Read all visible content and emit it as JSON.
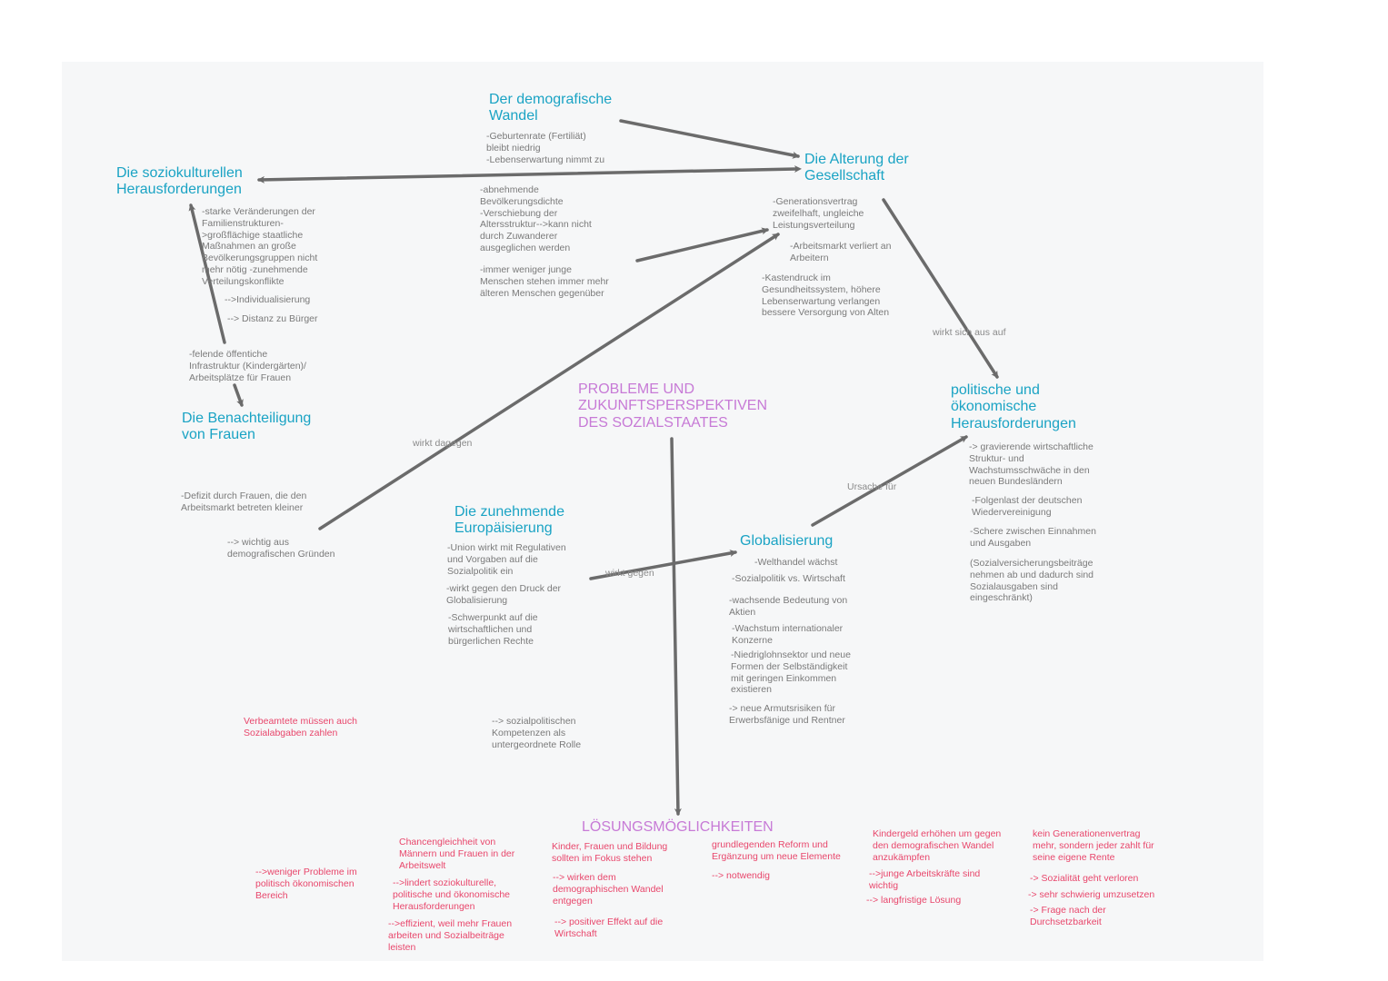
{
  "colors": {
    "heading": "#1aa3c4",
    "center": "#c77ad6",
    "note": "#7a7a7a",
    "solution": "#e8466b",
    "arrow": "#6b6b6b",
    "board": "#f6f7f8"
  },
  "headings": {
    "demografischer_wandel": "Der demografische\nWandel",
    "alterung": "Die Alterung der\nGesellschaft",
    "soziokulturell": "Die soziokulturellen\nHerausforderungen",
    "benachteiligung": "Die Benachteiligung\nvon Frauen",
    "europaeisierung": "Die zunehmende\nEuropäisierung",
    "globalisierung": "Globalisierung",
    "politisch": "politische und\nökonomische\nHerausforderungen",
    "center": "PROBLEME UND\nZUKUNFTSPERSPEKTIVEN\nDES SOZIALSTAATES",
    "loesungen": "LÖSUNGSMÖGLICHKEITEN"
  },
  "notes": {
    "demografie_1": "-Geburtenrate (Fertiliät)\nbleibt niedrig\n-Lebenserwartung nimmt zu",
    "demografie_2": "-abnehmende\nBevölkerungsdichte\n-Verschiebung der\nAltersstruktur-->kann nicht\ndurch Zuwanderer\nausgeglichen werden",
    "demografie_3": "-immer weniger junge\nMenschen stehen immer mehr\nälteren Menschen gegenüber",
    "alterung_1": "-Generationsvertrag\nzweifelhaft, ungleiche\nLeistungsverteilung",
    "alterung_2": "-Arbeitsmarkt verliert an\nArbeitern",
    "alterung_3": "-Kastendruck im\nGesundheitssystem, höhere\nLebenserwartung verlangen\nbessere Versorgung von Alten",
    "sozio_1": "-starke Veränderungen der\nFamilienstrukturen-\n>großflächige staatliche\nMaßnahmen an große\nBevölkerungsgruppen nicht\nmehr nötig -zunehmende\nVerteilungskonflikte",
    "sozio_2": "-->Individualisierung",
    "sozio_3": "--> Distanz zu Bürger",
    "frauen_1": "-felende öffentiche\nInfrastruktur (Kindergärten)/\nArbeitsplätze für Frauen",
    "frauen_2": "-Defizit durch Frauen, die den\nArbeitsmarkt betreten kleiner",
    "frauen_3": "--> wichtig aus\ndemografischen Gründen",
    "europa_1": "-Union wirkt mit Regulativen\nund Vorgaben auf die\nSozialpolitik ein",
    "europa_2": "-wirkt gegen den Druck der\nGlobalisierung",
    "europa_3": "-Schwerpunkt auf die\nwirtschaftlichen und\nbürgerlichen Rechte",
    "europa_4": "--> sozialpolitischen\nKompetenzen als\nuntergeordnete Rolle",
    "global_1": "-Welthandel wächst",
    "global_2": "-Sozialpolitik vs. Wirtschaft",
    "global_3": "-wachsende Bedeutung von\nAktien",
    "global_4": "-Wachstum internationaler\nKonzerne",
    "global_5": "-Niedriglohnsektor und neue\nFormen der Selbständigkeit\nmit geringen Einkommen\nexistieren",
    "global_6": "-> neue Armutsrisiken für\nErwerbsfänige und Rentner",
    "polit_1": "-> gravierende wirtschaftliche\nStruktur- und\nWachstumsschwäche in den\nneuen Bundesländern",
    "polit_2": "-Folgenlast der deutschen\nWiedervereinigung",
    "polit_3": "-Schere zwischen Einnahmen\nund Ausgaben",
    "polit_4": "(Sozialversicherungsbeiträge\nnehmen ab und dadurch sind\nSozialausgaben sind\neingeschränkt)"
  },
  "labels": {
    "wirkt_dagegen": "wirkt dagegen",
    "wirkt_gegen": "wirkt gegen",
    "ursache_fuer": "Ursache für",
    "wirkt_sich_aus": "wirkt sich aus auf"
  },
  "solutions": {
    "verbeamtete": "Verbeamtete müssen auch\nSozialabgaben zahlen",
    "weniger_probleme": "-->weniger Probleme im\npolitisch ökonomischen\nBereich",
    "chancen_1": "Chancengleichheit von\nMännern und Frauen in der\nArbeitswelt",
    "chancen_2": "-->lindert soziokulturelle,\npolitische und ökonomische\nHerausforderungen",
    "chancen_3": "-->effizient, weil mehr Frauen\narbeiten und Sozialbeiträge\nleisten",
    "kinder_1": "Kinder, Frauen und Bildung\nsollten im Fokus stehen",
    "kinder_2": "--> wirken dem\ndemographischen Wandel\nentgegen",
    "kinder_3": "--> positiver Effekt auf die\nWirtschaft",
    "reform_1": "grundlegenden Reform und\nErgänzung um neue Elemente",
    "reform_2": "--> notwendig",
    "kindergeld_1": "Kindergeld erhöhen um gegen\nden demografischen Wandel\nanzukämpfen",
    "kindergeld_2": "-->junge Arbeitskräfte sind\nwichtig",
    "kindergeld_3": "--> langfristige Lösung",
    "rente_1": "kein Generationenvertrag\nmehr, sondern jeder zahlt für\nseine eigene Rente",
    "rente_2": "-> Sozialität geht verloren",
    "rente_3": "-> sehr schwierig umzusetzen",
    "rente_4": "-> Frage nach der\nDurchsetzbarkeit"
  }
}
